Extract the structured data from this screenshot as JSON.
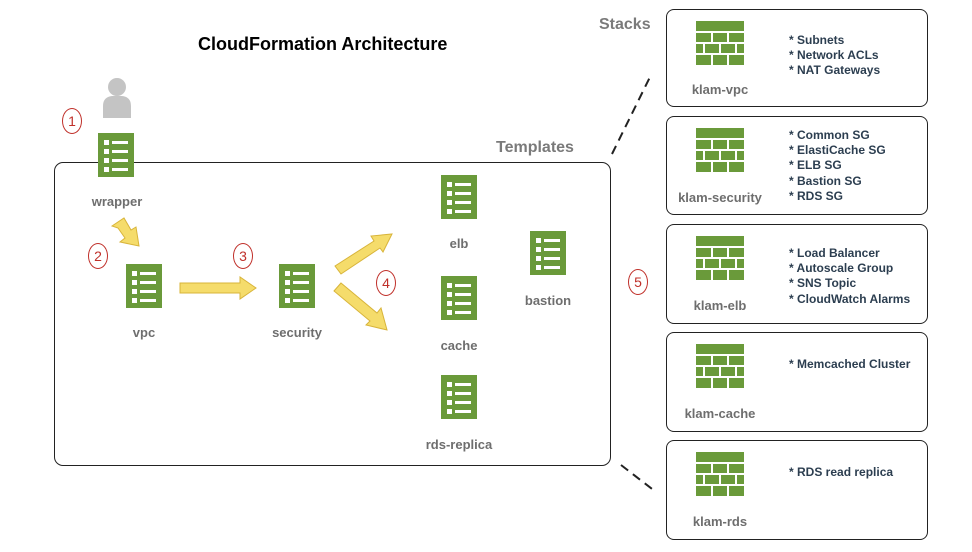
{
  "title": "CloudFormation Architecture",
  "stacks_label": "Stacks",
  "templates_label": "Templates",
  "templates": [
    {
      "name": "wrapper"
    },
    {
      "name": "vpc"
    },
    {
      "name": "security"
    },
    {
      "name": "elb"
    },
    {
      "name": "cache"
    },
    {
      "name": "rds-replica"
    },
    {
      "name": "bastion"
    }
  ],
  "steps": [
    "1",
    "2",
    "3",
    "4",
    "5"
  ],
  "stacks": [
    {
      "name": "klam-vpc",
      "items": [
        "* Subnets",
        "* Network ACLs",
        "* NAT Gateways"
      ]
    },
    {
      "name": "klam-security",
      "items": [
        "* Common SG",
        "* ElastiCache SG",
        "* ELB SG",
        "* Bastion SG",
        "* RDS SG"
      ]
    },
    {
      "name": "klam-elb",
      "items": [
        "* Load Balancer",
        "* Autoscale Group",
        "* SNS Topic",
        "* CloudWatch Alarms"
      ]
    },
    {
      "name": "klam-cache",
      "items": [
        "* Memcached Cluster"
      ]
    },
    {
      "name": "klam-rds",
      "items": [
        "* RDS read replica"
      ]
    }
  ],
  "colors": {
    "icon_green": "#6a9a3a",
    "arrow_yellow": "#f5dc6b",
    "step_red": "#c0302a"
  },
  "icons": {
    "template": "template-document-icon",
    "stack": "stack-bricks-icon",
    "user": "user-silhouette-icon"
  }
}
